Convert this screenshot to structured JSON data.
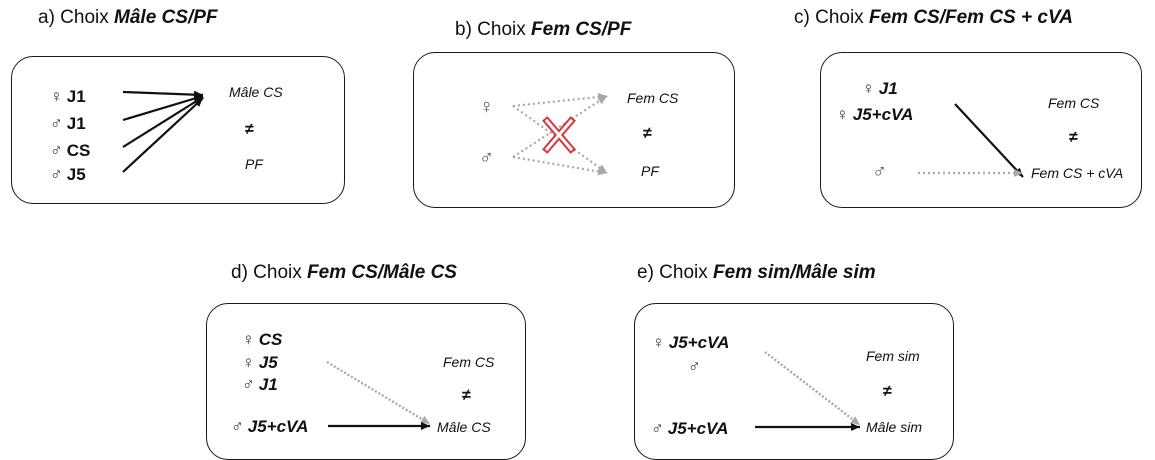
{
  "panels": {
    "a": {
      "prefix": "a) Choix",
      "emph": "Mâle CS/PF",
      "flies": [
        {
          "sex": "♀",
          "name": "J1"
        },
        {
          "sex": "♂",
          "name": "J1"
        },
        {
          "sex": "♂",
          "name": "CS"
        },
        {
          "sex": "♂",
          "name": "J5"
        }
      ],
      "target_top": "Mâle CS",
      "neq": "≠",
      "target_bottom": "PF"
    },
    "b": {
      "prefix": "b) Choix",
      "emph": "Fem CS/PF",
      "female": "♀",
      "male": "♂",
      "target_top": "Fem CS",
      "neq": "≠",
      "target_bottom": "PF"
    },
    "c": {
      "prefix": "c) Choix",
      "emph": "Fem CS/Fem CS + cVA",
      "flies": [
        {
          "sex": "♀",
          "name": "J1"
        },
        {
          "sex": "♀",
          "name": "J5+cVA"
        }
      ],
      "male": "♂",
      "target_top": "Fem CS",
      "neq": "≠",
      "target_bottom": "Fem CS + cVA"
    },
    "d": {
      "prefix": "d) Choix",
      "emph": "Fem CS/Mâle CS",
      "flies": [
        {
          "sex": "♀",
          "name": "CS"
        },
        {
          "sex": "♀",
          "name": "J5"
        },
        {
          "sex": "♂",
          "name": "J1"
        }
      ],
      "bottom_fly": {
        "sex": "♂",
        "name": "J5+cVA"
      },
      "target_top": "Fem CS",
      "neq": "≠",
      "target_bottom": "Mâle CS"
    },
    "e": {
      "prefix": "e) Choix",
      "emph": "Fem sim/Mâle sim",
      "top_fly": {
        "sex": "♀",
        "name": "J5+cVA"
      },
      "male": "♂",
      "bottom_fly": {
        "sex": "♂",
        "name": "J5+cVA"
      },
      "target_top": "Fem sim",
      "neq": "≠",
      "target_bottom": "Mâle sim"
    }
  },
  "colors": {
    "solid_arrow": "#111111",
    "dotted_arrow": "#a8a8a8",
    "cross": "#d9363e"
  }
}
